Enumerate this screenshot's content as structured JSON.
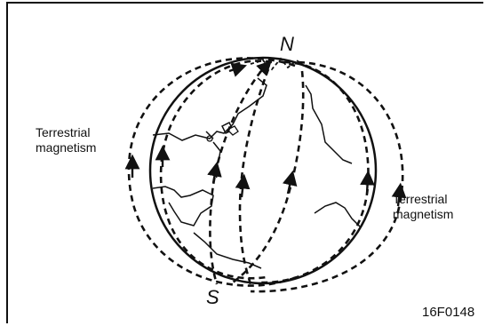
{
  "labels": {
    "north": "N",
    "south": "S",
    "magnetism_left": "Terrestrial\nmagnetism",
    "magnetism_right": "Terrestrial\nmagnetism",
    "figure_code": "16F0148"
  }
}
